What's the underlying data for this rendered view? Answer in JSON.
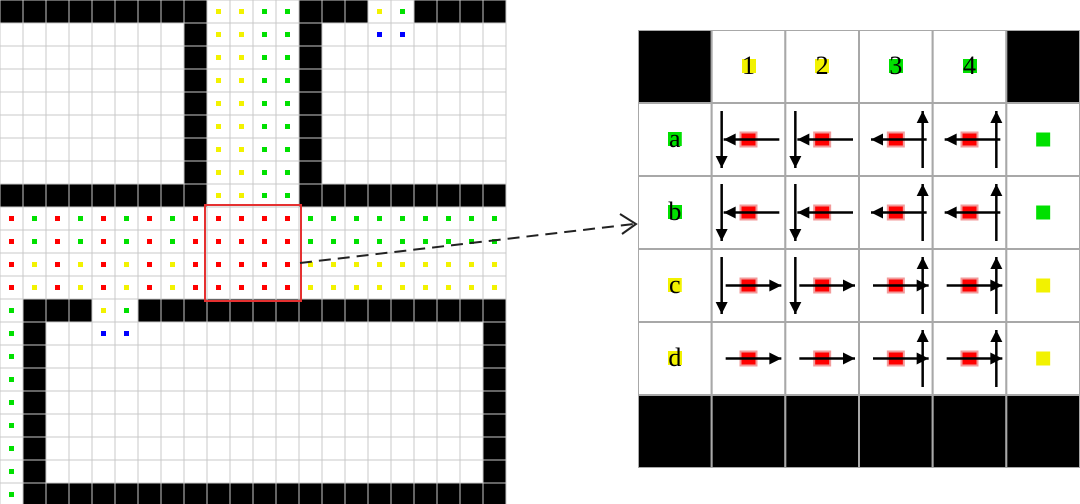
{
  "colors": {
    "wall": "#000000",
    "grid_line": "#c8c8c8",
    "red": "#ff0000",
    "green": "#00e000",
    "yellow": "#f2f200",
    "blue": "#0000ff",
    "highlight": "#e53030",
    "zoom_border": "#a8a8a8",
    "arrow": "#000000"
  },
  "zoom": {
    "col_labels": [
      {
        "text": "1",
        "color": "yellow"
      },
      {
        "text": "2",
        "color": "yellow"
      },
      {
        "text": "3",
        "color": "green"
      },
      {
        "text": "4",
        "color": "green"
      }
    ],
    "row_labels": [
      {
        "text": "a",
        "color": "green"
      },
      {
        "text": "b",
        "color": "green"
      },
      {
        "text": "c",
        "color": "yellow"
      },
      {
        "text": "d",
        "color": "yellow"
      }
    ],
    "exit_markers": [
      "green",
      "green",
      "yellow",
      "yellow"
    ],
    "cell_arrows": [
      [
        [
          "left",
          "down"
        ],
        [
          "left",
          "down"
        ],
        [
          "left",
          "up"
        ],
        [
          "left",
          "up"
        ]
      ],
      [
        [
          "left",
          "down"
        ],
        [
          "left",
          "down"
        ],
        [
          "left",
          "up"
        ],
        [
          "left",
          "up"
        ]
      ],
      [
        [
          "right",
          "down"
        ],
        [
          "right",
          "down"
        ],
        [
          "right",
          "up"
        ],
        [
          "right",
          "up"
        ]
      ],
      [
        [
          "right"
        ],
        [
          "right"
        ],
        [
          "right",
          "up"
        ],
        [
          "right",
          "up"
        ]
      ]
    ]
  }
}
